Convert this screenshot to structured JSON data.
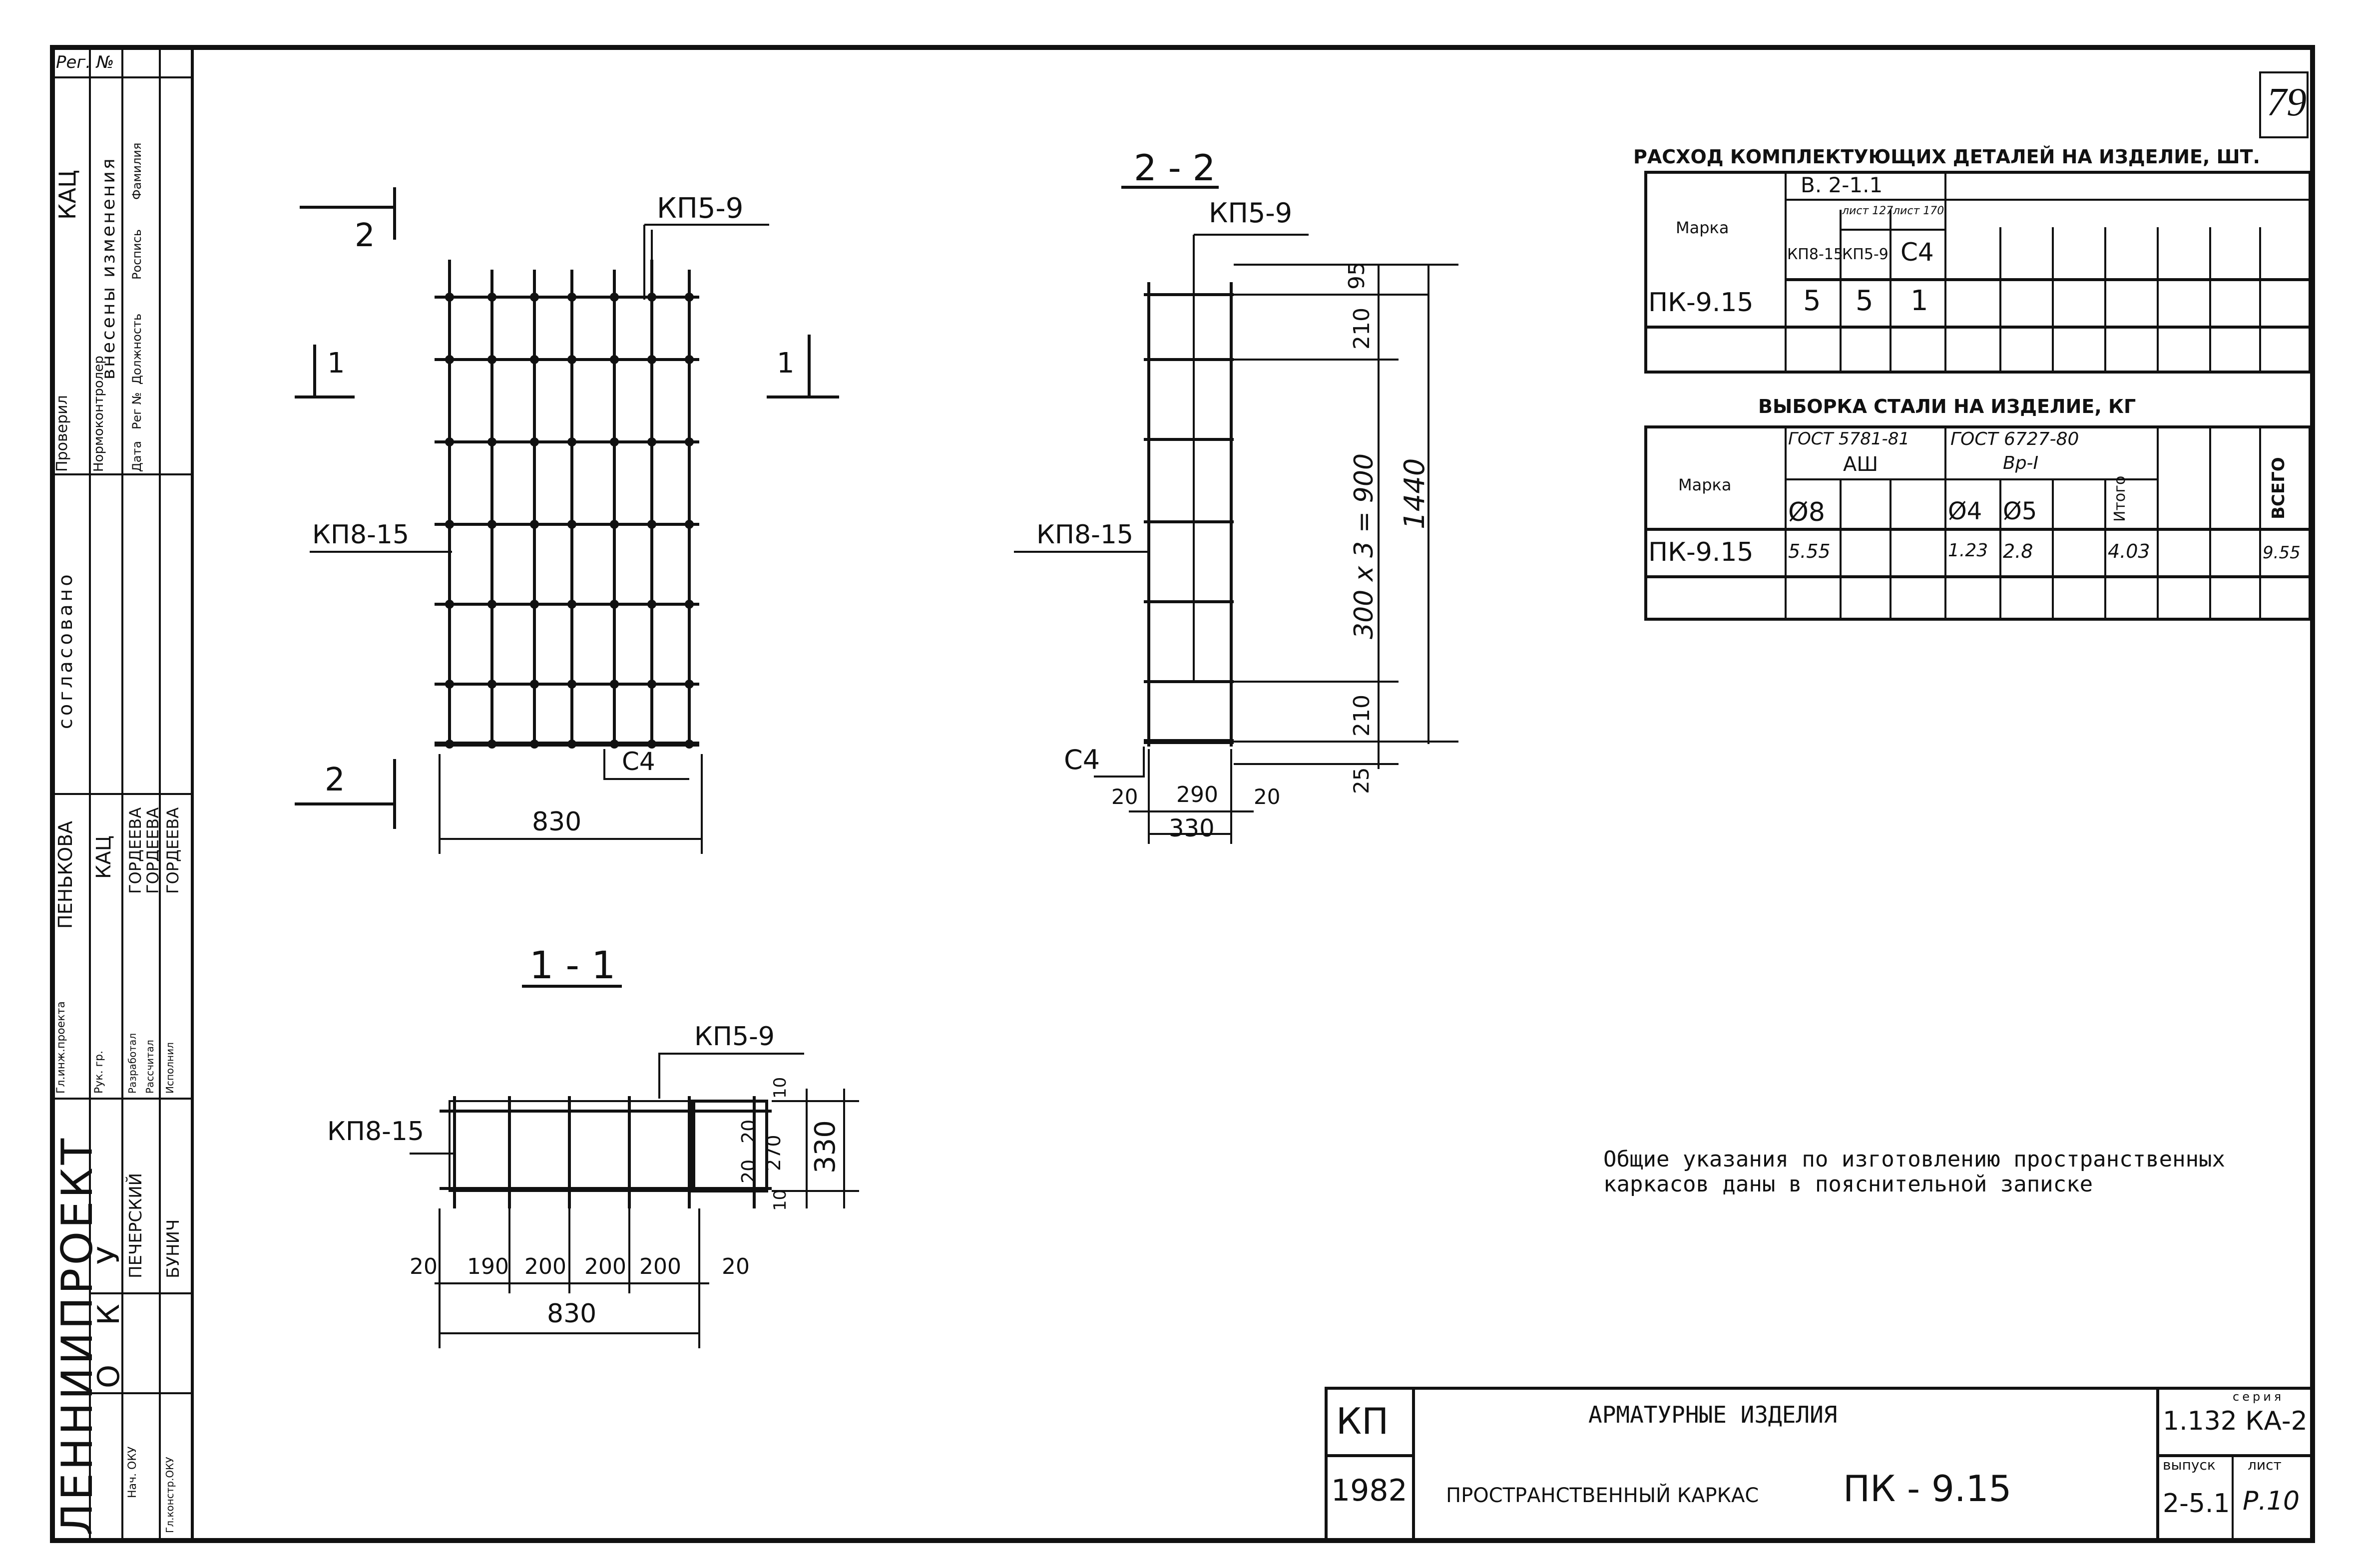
{
  "sheet_number": "79",
  "side_stamp": {
    "reg_no": "Рег. №",
    "org": "ЛЕННИИПРОЕКТ",
    "dept": "О К У",
    "header_cells": [
      "Проверил",
      "Нормоконтролер",
      "КАЦ"
    ],
    "changes_header": "внесены изменения",
    "changes_cols": [
      "Дата",
      "Рег №",
      "Должность",
      "Роспись",
      "Фамилия"
    ],
    "agreed": "согласовано",
    "roles": [
      {
        "role": "Гл.инж.проекта",
        "name": "ПЕНЬКОВА"
      },
      {
        "role": "Рук. гр.",
        "name": "КАЦ"
      },
      {
        "role": "Разработал",
        "name": "ГОРДЕЕВА"
      },
      {
        "role": "Рассчитал",
        "name": "ГОРДЕЕВА"
      },
      {
        "role": "Исполнил",
        "name": "ГОРДЕЕВА"
      },
      {
        "role": "Нач. ОКУ",
        "name": "ПЕЧЕРСКИЙ"
      },
      {
        "role": "Гл.констр.ОКУ",
        "name": "БУНИЧ"
      }
    ]
  },
  "plan_view": {
    "cut_2_top": "2",
    "cut_2_bottom": "2",
    "cut_1_left": "1",
    "cut_1_right": "1",
    "label_kp5": "КП5-9",
    "label_kp8": "КП8-15",
    "label_c4": "С4",
    "dim_width": "830"
  },
  "section_2_2": {
    "title": "2 - 2",
    "label_kp5": "КП5-9",
    "label_kp8": "КП8-15",
    "label_c4": "С4",
    "dims_vertical": [
      "95",
      "210",
      "300 x 3 = 900",
      "210",
      "25"
    ],
    "dim_total": "1440",
    "dims_bottom": [
      "20",
      "290",
      "20"
    ],
    "dim_bottom_total": "330"
  },
  "section_1_1": {
    "title": "1 - 1",
    "label_kp5": "КП5-9",
    "label_kp8": "КП8-15",
    "dims_bottom": [
      "20",
      "190",
      "200",
      "200",
      "200",
      "20"
    ],
    "dim_bottom_total": "830",
    "dims_right": [
      "10",
      "20",
      "270",
      "20",
      "10"
    ],
    "dim_right_total": "330"
  },
  "table_parts": {
    "title": "РАСХОД КОМПЛЕКТУЮЩИХ ДЕТАЛЕЙ НА ИЗДЕЛИЕ, ШТ.",
    "col_mark": "Марка",
    "series": "В. 2-1.1",
    "sheets": [
      "лист 127",
      "лист 170"
    ],
    "cols": [
      "КП8-15",
      "КП5-9",
      "С4"
    ],
    "rows": [
      {
        "mark": "ПК-9.15",
        "values": [
          "5",
          "5",
          "1"
        ]
      }
    ]
  },
  "table_steel": {
    "title": "ВЫБОРКА СТАЛИ НА ИЗДЕЛИЕ, КГ",
    "col_mark": "Марка",
    "gost1": "ГОСТ 5781-81",
    "gost1_class": "АШ",
    "gost2": "ГОСТ 6727-80",
    "gost2_class": "Вр-I",
    "cols": [
      "Ø8",
      "Ø4",
      "Ø5",
      "Итого",
      "ВСЕГО"
    ],
    "rows": [
      {
        "mark": "ПК-9.15",
        "d8": "5.55",
        "d4": "1.23",
        "d5": "2.8",
        "total_group": "4.03",
        "total": "9.55"
      }
    ]
  },
  "note": {
    "line1": "Общие указания по изготовлению пространственных",
    "line2": "каркасов даны в пояснительной записке"
  },
  "title_block": {
    "code": "КП",
    "year": "1982",
    "title1": "АРМАТУРНЫЕ ИЗДЕЛИЯ",
    "title2": "ПРОСТРАНСТВЕННЫЙ КАРКАС",
    "product": "ПК - 9.15",
    "series_label": "серия",
    "series": "1.132 КА-2",
    "issue_label": "выпуск",
    "issue": "2-5.1",
    "sheet_label": "лист",
    "sheet": "Р.10"
  }
}
